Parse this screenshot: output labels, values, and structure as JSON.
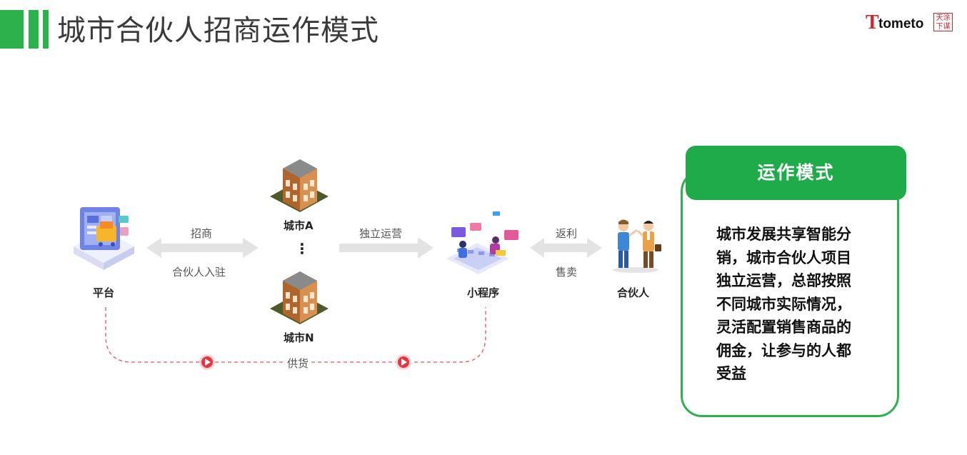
{
  "header": {
    "title": "城市合伙人招商运作模式",
    "brand_color": "#2bb24c"
  },
  "logo": {
    "mark": "T",
    "word": "tometo",
    "seal_line1": "天涂",
    "seal_line2": "下谋"
  },
  "diagram": {
    "nodes": {
      "platform": "平台",
      "city_a": "城市A",
      "ellipsis": "⋮",
      "city_n": "城市N",
      "miniprogram": "小程序",
      "partner": "合伙人"
    },
    "edges": {
      "recruit": "招商",
      "join": "合伙人入驻",
      "operate": "独立运营",
      "rebate": "返利",
      "sell": "售卖",
      "supply": "供货"
    },
    "colors": {
      "arrow": "#e3e3e3",
      "supply_line": "#e8525a",
      "node_accent": "#2bb24c"
    }
  },
  "panel": {
    "title": "运作模式",
    "lines": [
      "城市发展共享智能分",
      "销，城市合伙人项目",
      "独立运营，总部按照",
      "不同城市实际情况，",
      "灵活配置销售商品的",
      "佣金，让参与的人都",
      "受益"
    ]
  }
}
